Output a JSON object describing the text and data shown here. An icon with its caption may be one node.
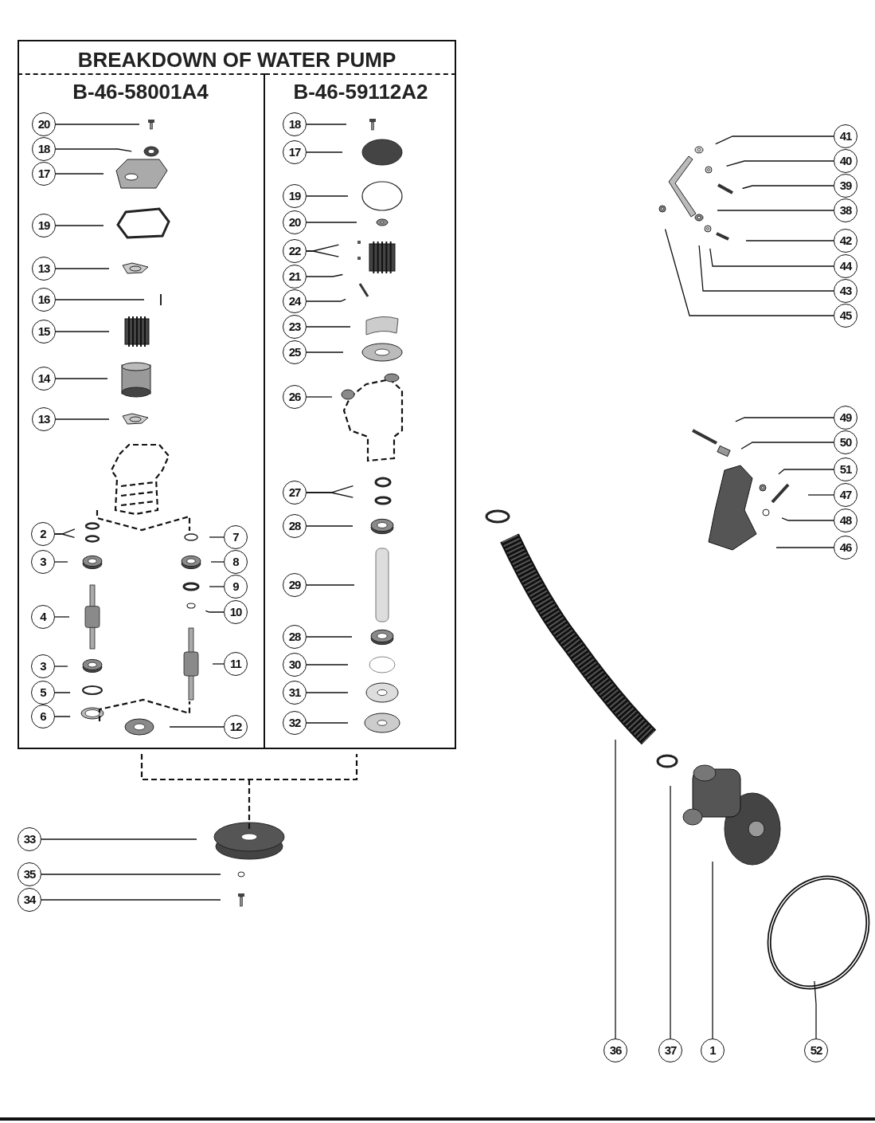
{
  "diagram": {
    "nodes": [
      {
        "text": [
          "BREAKDOWN OF WATER PUMP"
        ]
      },
      {
        "text": [
          "B-46-58001A4"
        ],
        "in": 0
      },
      {
        "text": [
          "B-46-59112A2"
        ],
        "in": 0
      },
      {
        "text": [
          "20"
        ],
        "in": 1
      },
      {
        "text": [
          "18"
        ],
        "in": 1
      },
      {
        "text": [
          "17"
        ],
        "in": 1
      },
      {
        "text": [
          "19"
        ],
        "in": 1
      },
      {
        "text": [
          "13"
        ],
        "in": 1
      },
      {
        "text": [
          "16"
        ],
        "in": 1
      },
      {
        "text": [
          "15"
        ],
        "in": 1
      },
      {
        "text": [
          "14"
        ],
        "in": 1
      },
      {
        "text": [
          "13"
        ],
        "in": 1
      },
      {
        "text": [
          "2"
        ],
        "in": 1
      },
      {
        "text": [
          "3"
        ],
        "in": 1
      },
      {
        "text": [
          "4"
        ],
        "in": 1
      },
      {
        "text": [
          "3"
        ],
        "in": 1
      },
      {
        "text": [
          "5"
        ],
        "in": 1
      },
      {
        "text": [
          "6"
        ],
        "in": 1
      },
      {
        "text": [
          "7"
        ],
        "in": 1
      },
      {
        "text": [
          "8"
        ],
        "in": 1
      },
      {
        "text": [
          "9"
        ],
        "in": 1
      },
      {
        "text": [
          "10"
        ],
        "in": 1
      },
      {
        "text": [
          "11"
        ],
        "in": 1
      },
      {
        "text": [
          "12"
        ],
        "in": 1
      },
      {
        "text": [
          "18"
        ],
        "in": 2
      },
      {
        "text": [
          "17"
        ],
        "in": 2
      },
      {
        "text": [
          "19"
        ],
        "in": 2
      },
      {
        "text": [
          "20"
        ],
        "in": 2
      },
      {
        "text": [
          "22"
        ],
        "in": 2
      },
      {
        "text": [
          "21"
        ],
        "in": 2
      },
      {
        "text": [
          "24"
        ],
        "in": 2
      },
      {
        "text": [
          "23"
        ],
        "in": 2
      },
      {
        "text": [
          "25"
        ],
        "in": 2
      },
      {
        "text": [
          "26"
        ],
        "in": 2
      },
      {
        "text": [
          "27"
        ],
        "in": 2
      },
      {
        "text": [
          "28"
        ],
        "in": 2
      },
      {
        "text": [
          "29"
        ],
        "in": 2
      },
      {
        "text": [
          "28"
        ],
        "in": 2
      },
      {
        "text": [
          "30"
        ],
        "in": 2
      },
      {
        "text": [
          "31"
        ],
        "in": 2
      },
      {
        "text": [
          "32"
        ],
        "in": 2
      },
      {
        "text": [
          "33"
        ]
      },
      {
        "text": [
          "35"
        ]
      },
      {
        "text": [
          "34"
        ]
      },
      {
        "text": [
          "41"
        ]
      },
      {
        "text": [
          "40"
        ]
      },
      {
        "text": [
          "39"
        ]
      },
      {
        "text": [
          "38"
        ]
      },
      {
        "text": [
          "42"
        ]
      },
      {
        "text": [
          "44"
        ]
      },
      {
        "text": [
          "43"
        ]
      },
      {
        "text": [
          "45"
        ]
      },
      {
        "text": [
          "49"
        ]
      },
      {
        "text": [
          "50"
        ]
      },
      {
        "text": [
          "51"
        ]
      },
      {
        "text": [
          "47"
        ]
      },
      {
        "text": [
          "48"
        ]
      },
      {
        "text": [
          "46"
        ]
      },
      {
        "text": [
          "36"
        ]
      },
      {
        "text": [
          "37"
        ]
      },
      {
        "text": [
          "1"
        ]
      },
      {
        "text": [
          "52"
        ]
      }
    ],
    "edges": [
      {
        "from": 3,
        "to": null,
        "arrow": "none"
      },
      {
        "from": 4,
        "to": null,
        "arrow": "none"
      },
      {
        "from": 5,
        "to": null,
        "arrow": "none"
      },
      {
        "from": 6,
        "to": null,
        "arrow": "none"
      },
      {
        "from": 7,
        "to": null,
        "arrow": "none"
      },
      {
        "from": 8,
        "to": null,
        "arrow": "none"
      },
      {
        "from": 9,
        "to": null,
        "arrow": "none"
      },
      {
        "from": 10,
        "to": null,
        "arrow": "none"
      },
      {
        "from": 11,
        "to": null,
        "arrow": "none"
      },
      {
        "from": 12,
        "to": null,
        "arrow": "none"
      },
      {
        "from": 12,
        "to": null,
        "arrow": "none"
      },
      {
        "from": 13,
        "to": null,
        "arrow": "none"
      },
      {
        "from": 14,
        "to": null,
        "arrow": "none"
      },
      {
        "from": 15,
        "to": null,
        "arrow": "none"
      },
      {
        "from": 16,
        "to": null,
        "arrow": "none"
      },
      {
        "from": 17,
        "to": null,
        "arrow": "none"
      },
      {
        "from": 18,
        "to": null,
        "arrow": "none"
      },
      {
        "from": 19,
        "to": null,
        "arrow": "none"
      },
      {
        "from": 20,
        "to": null,
        "arrow": "none"
      },
      {
        "from": 21,
        "to": null,
        "arrow": "none"
      },
      {
        "from": 22,
        "to": null,
        "arrow": "none"
      },
      {
        "from": 23,
        "to": null,
        "arrow": "none"
      },
      {
        "from": 24,
        "to": null,
        "arrow": "none"
      },
      {
        "from": 25,
        "to": null,
        "arrow": "none"
      },
      {
        "from": 26,
        "to": null,
        "arrow": "none"
      },
      {
        "from": 27,
        "to": null,
        "arrow": "none"
      },
      {
        "from": 28,
        "to": null,
        "arrow": "none"
      },
      {
        "from": 28,
        "to": null,
        "arrow": "none"
      },
      {
        "from": 29,
        "to": null,
        "arrow": "none"
      },
      {
        "from": 30,
        "to": null,
        "arrow": "none"
      },
      {
        "from": 31,
        "to": null,
        "arrow": "none"
      },
      {
        "from": 32,
        "to": null,
        "arrow": "none"
      },
      {
        "from": 33,
        "to": null,
        "arrow": "none"
      },
      {
        "from": 34,
        "to": null,
        "arrow": "none"
      },
      {
        "from": 34,
        "to": null,
        "arrow": "none"
      },
      {
        "from": 35,
        "to": null,
        "arrow": "none"
      },
      {
        "from": 36,
        "to": null,
        "arrow": "none"
      },
      {
        "from": 37,
        "to": null,
        "arrow": "none"
      },
      {
        "from": 38,
        "to": null,
        "arrow": "none"
      },
      {
        "from": 39,
        "to": null,
        "arrow": "none"
      },
      {
        "from": 40,
        "to": null,
        "arrow": "none"
      },
      {
        "from": 41,
        "to": null,
        "arrow": "none"
      },
      {
        "from": 42,
        "to": null,
        "arrow": "none"
      },
      {
        "from": 43,
        "to": null,
        "arrow": "none"
      },
      {
        "from": 44,
        "to": null,
        "arrow": "none"
      },
      {
        "from": 45,
        "to": null,
        "arrow": "none"
      },
      {
        "from": 46,
        "to": null,
        "arrow": "none"
      },
      {
        "from": 47,
        "to": null,
        "arrow": "none"
      },
      {
        "from": 48,
        "to": null,
        "arrow": "none"
      },
      {
        "from": 49,
        "to": null,
        "arrow": "none"
      },
      {
        "from": 50,
        "to": null,
        "arrow": "none"
      },
      {
        "from": 51,
        "to": null,
        "arrow": "none"
      },
      {
        "from": 52,
        "to": null,
        "arrow": "none"
      },
      {
        "from": 53,
        "to": null,
        "arrow": "none"
      },
      {
        "from": 54,
        "to": null,
        "arrow": "none"
      },
      {
        "from": 55,
        "to": null,
        "arrow": "none"
      },
      {
        "from": 56,
        "to": null,
        "arrow": "none"
      },
      {
        "from": 57,
        "to": null,
        "arrow": "none"
      },
      {
        "from": 58,
        "to": null,
        "arrow": "none"
      },
      {
        "from": 59,
        "to": null,
        "arrow": "none"
      },
      {
        "from": 60,
        "to": null,
        "arrow": "none"
      },
      {
        "from": 61,
        "to": null,
        "arrow": "none"
      }
    ]
  }
}
